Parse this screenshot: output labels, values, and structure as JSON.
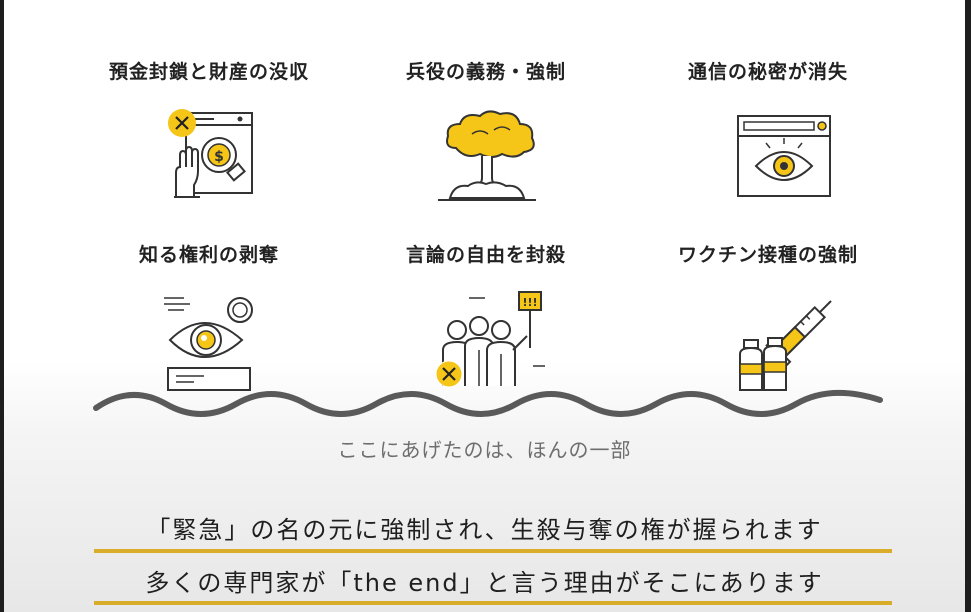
{
  "items": [
    {
      "label": "預金封鎖と財産の没収",
      "icon": "bank-freeze-icon"
    },
    {
      "label": "兵役の義務・強制",
      "icon": "mushroom-cloud-icon"
    },
    {
      "label": "通信の秘密が消失",
      "icon": "surveillance-eye-icon"
    },
    {
      "label": "知る権利の剥奪",
      "icon": "censored-eye-icon"
    },
    {
      "label": "言論の自由を封殺",
      "icon": "silenced-protest-icon"
    },
    {
      "label": "ワクチン接種の強制",
      "icon": "vaccine-syringe-icon"
    }
  ],
  "caption": "ここにあげたのは、ほんの一部",
  "subtitles": [
    "「緊急」の名の元に強制され、生殺与奪の権が握られます",
    "多くの専門家が「the end」と言う理由がそこにあります"
  ],
  "colors": {
    "accent": "#f5c518",
    "line": "#333333",
    "underline": "#d9ac29",
    "wave": "#5a5a5a"
  }
}
